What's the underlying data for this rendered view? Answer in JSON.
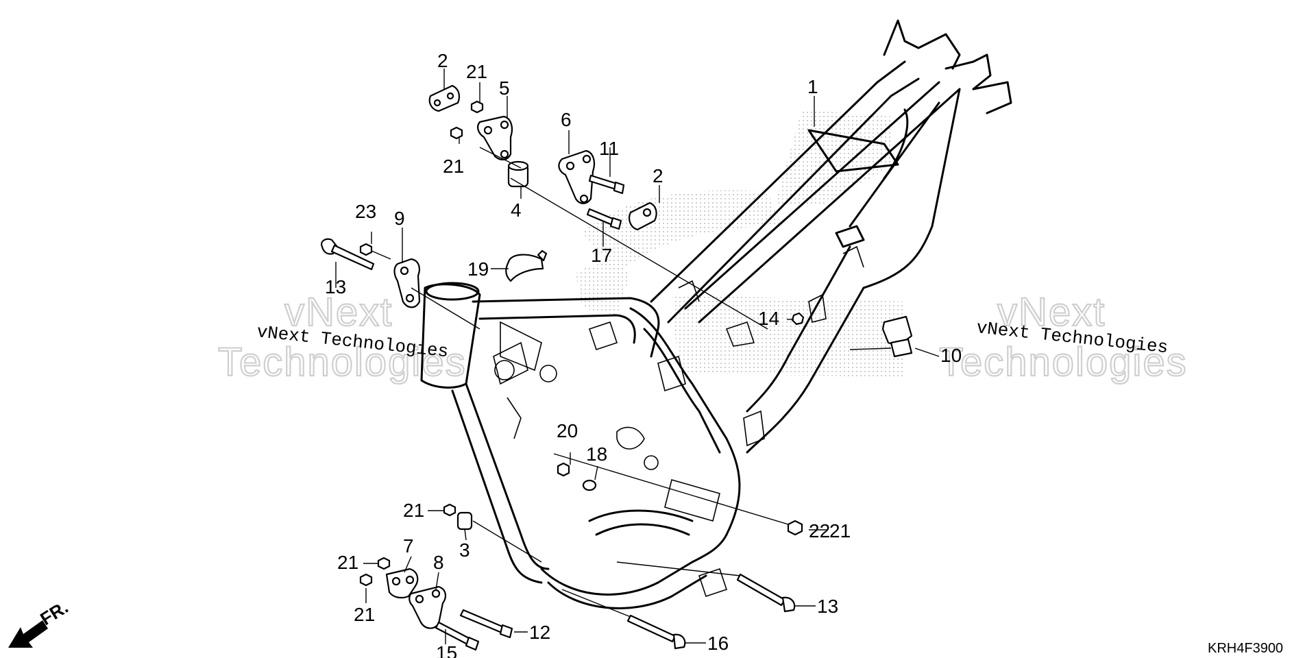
{
  "watermark": {
    "small_text": "vNext Technologies",
    "big_line1": "vNext",
    "big_line2": "Technologies"
  },
  "direction_label": "FR.",
  "diagram_code": "KRH4F3900",
  "callouts": [
    {
      "id": "c1",
      "text": "1"
    },
    {
      "id": "c2a",
      "text": "2"
    },
    {
      "id": "c2b",
      "text": "2"
    },
    {
      "id": "c3",
      "text": "3"
    },
    {
      "id": "c4",
      "text": "4"
    },
    {
      "id": "c5",
      "text": "5"
    },
    {
      "id": "c6",
      "text": "6"
    },
    {
      "id": "c7",
      "text": "7"
    },
    {
      "id": "c8",
      "text": "8"
    },
    {
      "id": "c9",
      "text": "9"
    },
    {
      "id": "c10",
      "text": "10"
    },
    {
      "id": "c11",
      "text": "11"
    },
    {
      "id": "c12",
      "text": "12"
    },
    {
      "id": "c13a",
      "text": "13"
    },
    {
      "id": "c13b",
      "text": "13"
    },
    {
      "id": "c14",
      "text": "14"
    },
    {
      "id": "c15",
      "text": "15"
    },
    {
      "id": "c16",
      "text": "16"
    },
    {
      "id": "c17",
      "text": "17"
    },
    {
      "id": "c18",
      "text": "18"
    },
    {
      "id": "c19",
      "text": "19"
    },
    {
      "id": "c20",
      "text": "20"
    },
    {
      "id": "c21a",
      "text": "21"
    },
    {
      "id": "c21b",
      "text": "21"
    },
    {
      "id": "c21c",
      "text": "21"
    },
    {
      "id": "c21d",
      "text": "21"
    },
    {
      "id": "c21e",
      "text": "21"
    },
    {
      "id": "c21f",
      "text": "21"
    },
    {
      "id": "c22",
      "text": "22"
    },
    {
      "id": "c23",
      "text": "23"
    }
  ]
}
